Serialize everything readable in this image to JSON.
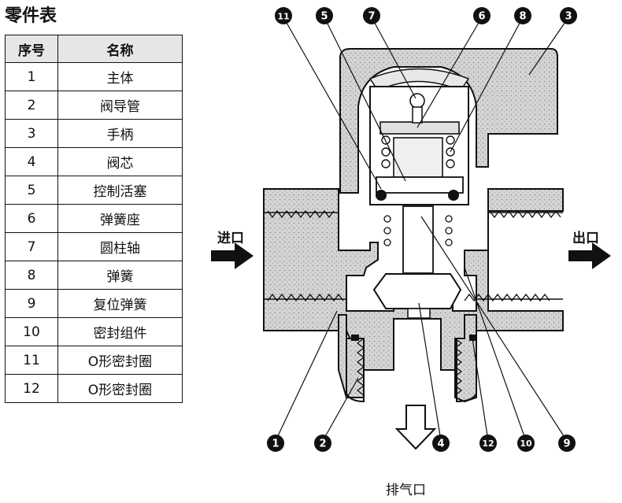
{
  "title": "零件表",
  "table": {
    "headers": [
      "序号",
      "名称"
    ],
    "rows": [
      [
        "1",
        "主体"
      ],
      [
        "2",
        "阀导管"
      ],
      [
        "3",
        "手柄"
      ],
      [
        "4",
        "阀芯"
      ],
      [
        "5",
        "控制活塞"
      ],
      [
        "6",
        "弹簧座"
      ],
      [
        "7",
        "圆柱轴"
      ],
      [
        "8",
        "弹簧"
      ],
      [
        "9",
        "复位弹簧"
      ],
      [
        "10",
        "密封组件"
      ],
      [
        "11",
        "O形密封圈"
      ],
      [
        "12",
        "O形密封圈"
      ]
    ]
  },
  "labels": {
    "inlet": "进口",
    "outlet": "出口",
    "exhaust": "排气口"
  },
  "callouts": {
    "top": [
      "11",
      "5",
      "7",
      "6",
      "8",
      "3"
    ],
    "bottom": [
      "1",
      "2",
      "4",
      "12",
      "10",
      "9"
    ]
  },
  "colors": {
    "line": "#111111",
    "fill": "#cfcfcf",
    "table_header": "#e6e6e6"
  }
}
